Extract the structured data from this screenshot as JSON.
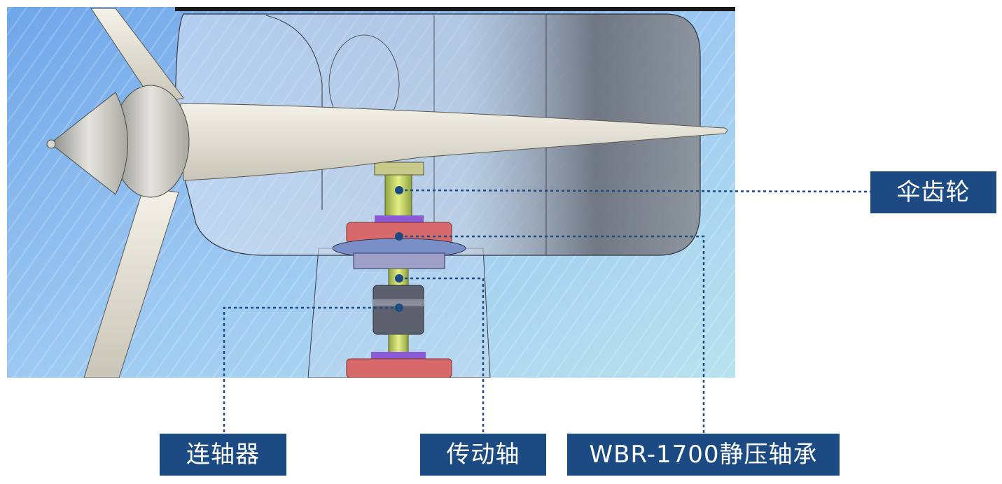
{
  "labels": {
    "bevel_gear": "伞齿轮",
    "coupling": "连轴器",
    "drive_shaft": "传动轴",
    "static_bearing": "WBR-1700静压轴承"
  },
  "colors": {
    "label_bg": "#1c4a82",
    "label_text": "#ffffff",
    "leader_line": "#1c4a82",
    "sky_top": "#7fb4ea",
    "sky_bottom": "#9fd2f0"
  }
}
